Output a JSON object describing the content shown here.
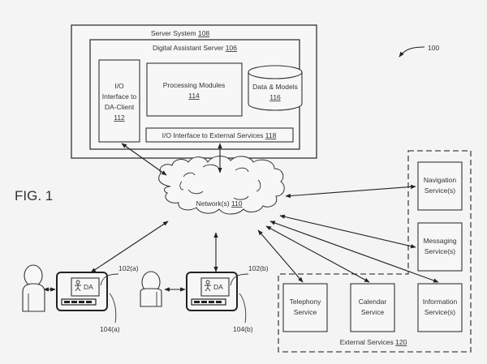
{
  "figure": {
    "title": "FIG. 1",
    "reference": "100"
  },
  "server_system": {
    "label": "Server System",
    "ref": "108",
    "digital_assistant_server": {
      "label": "Digital Assistant Server",
      "ref": "106",
      "io_interface_client": {
        "lines": [
          "I/O",
          "Interface to",
          "DA-Client"
        ],
        "ref": "112"
      },
      "processing_modules": {
        "label": "Processing Modules",
        "ref": "114"
      },
      "data_models": {
        "label": "Data & Models",
        "ref": "116"
      },
      "io_interface_external": {
        "label": "I/O Interface to External Services",
        "ref": "118"
      }
    }
  },
  "network": {
    "label": "Network(s)",
    "ref": "110"
  },
  "clients": [
    {
      "device_ref": "102(a)",
      "user_ref": "104(a)",
      "screen_label": "DA"
    },
    {
      "device_ref": "102(b)",
      "user_ref": "104(b)",
      "screen_label": "DA"
    }
  ],
  "external_services": {
    "label": "External Services",
    "ref": "120",
    "services": [
      {
        "id": "navigation",
        "lines": [
          "Navigation",
          "Service(s)"
        ]
      },
      {
        "id": "messaging",
        "lines": [
          "Messaging",
          "Service(s)"
        ]
      },
      {
        "id": "telephony",
        "lines": [
          "Telephony",
          "Service"
        ]
      },
      {
        "id": "calendar",
        "lines": [
          "Calendar",
          "Service"
        ]
      },
      {
        "id": "information",
        "lines": [
          "Information",
          "Service(s)"
        ]
      }
    ]
  }
}
